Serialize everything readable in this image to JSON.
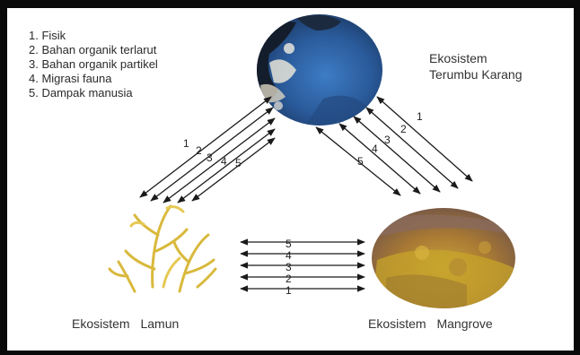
{
  "legend": {
    "items": [
      "1. Fisik",
      "2. Bahan organik terlarut",
      "3. Bahan organik partikel",
      "4. Migrasi fauna",
      "5. Dampak manusia"
    ]
  },
  "ecosystems": {
    "terumbu_karang": {
      "line1": "Ekosistem",
      "line2": "Terumbu Karang"
    },
    "lamun": "Ekosistem  Lamun",
    "mangrove": "Ekosistem  Mangrove"
  },
  "flows": {
    "karang_lamun": [
      "1",
      "2",
      "3",
      "4",
      "5"
    ],
    "karang_mangrove": [
      "1",
      "2",
      "3",
      "4",
      "5"
    ],
    "lamun_mangrove": [
      "5",
      "4",
      "3",
      "2",
      "1"
    ]
  },
  "colors": {
    "frame": "#0a0a0a",
    "arrow": "#1a1a1a",
    "coral_blue": "#2f64a8",
    "coral_dark": "#15233a",
    "seagrass": "#d9b93c",
    "mangrove_brown": "#8a5a3a",
    "mangrove_yellow": "#c9a62a"
  },
  "icons": [
    "coral-reef-photo",
    "seagrass-illustration",
    "mangrove-photo"
  ]
}
